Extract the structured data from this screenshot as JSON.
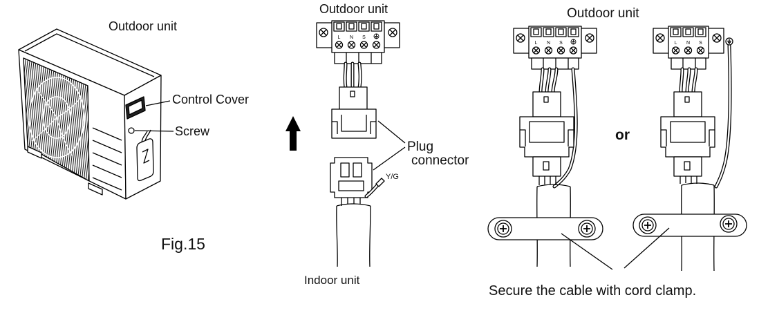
{
  "left_panel": {
    "title": "Outdoor unit",
    "control_cover_label": "Control Cover",
    "screw_label": "Screw",
    "figure_label": "Fig.15"
  },
  "middle_panel": {
    "title": "Outdoor unit",
    "terminal_labels": [
      "L",
      "N",
      "S"
    ],
    "plug_label": [
      "Plug",
      "connector"
    ],
    "yg_label": "Y/G",
    "indoor_label": "Indoor unit"
  },
  "right_panel": {
    "title": "Outdoor unit",
    "terminal_labels": [
      "L",
      "N",
      "S"
    ],
    "or_label": "or",
    "caption": "Secure the cable with cord clamp."
  }
}
